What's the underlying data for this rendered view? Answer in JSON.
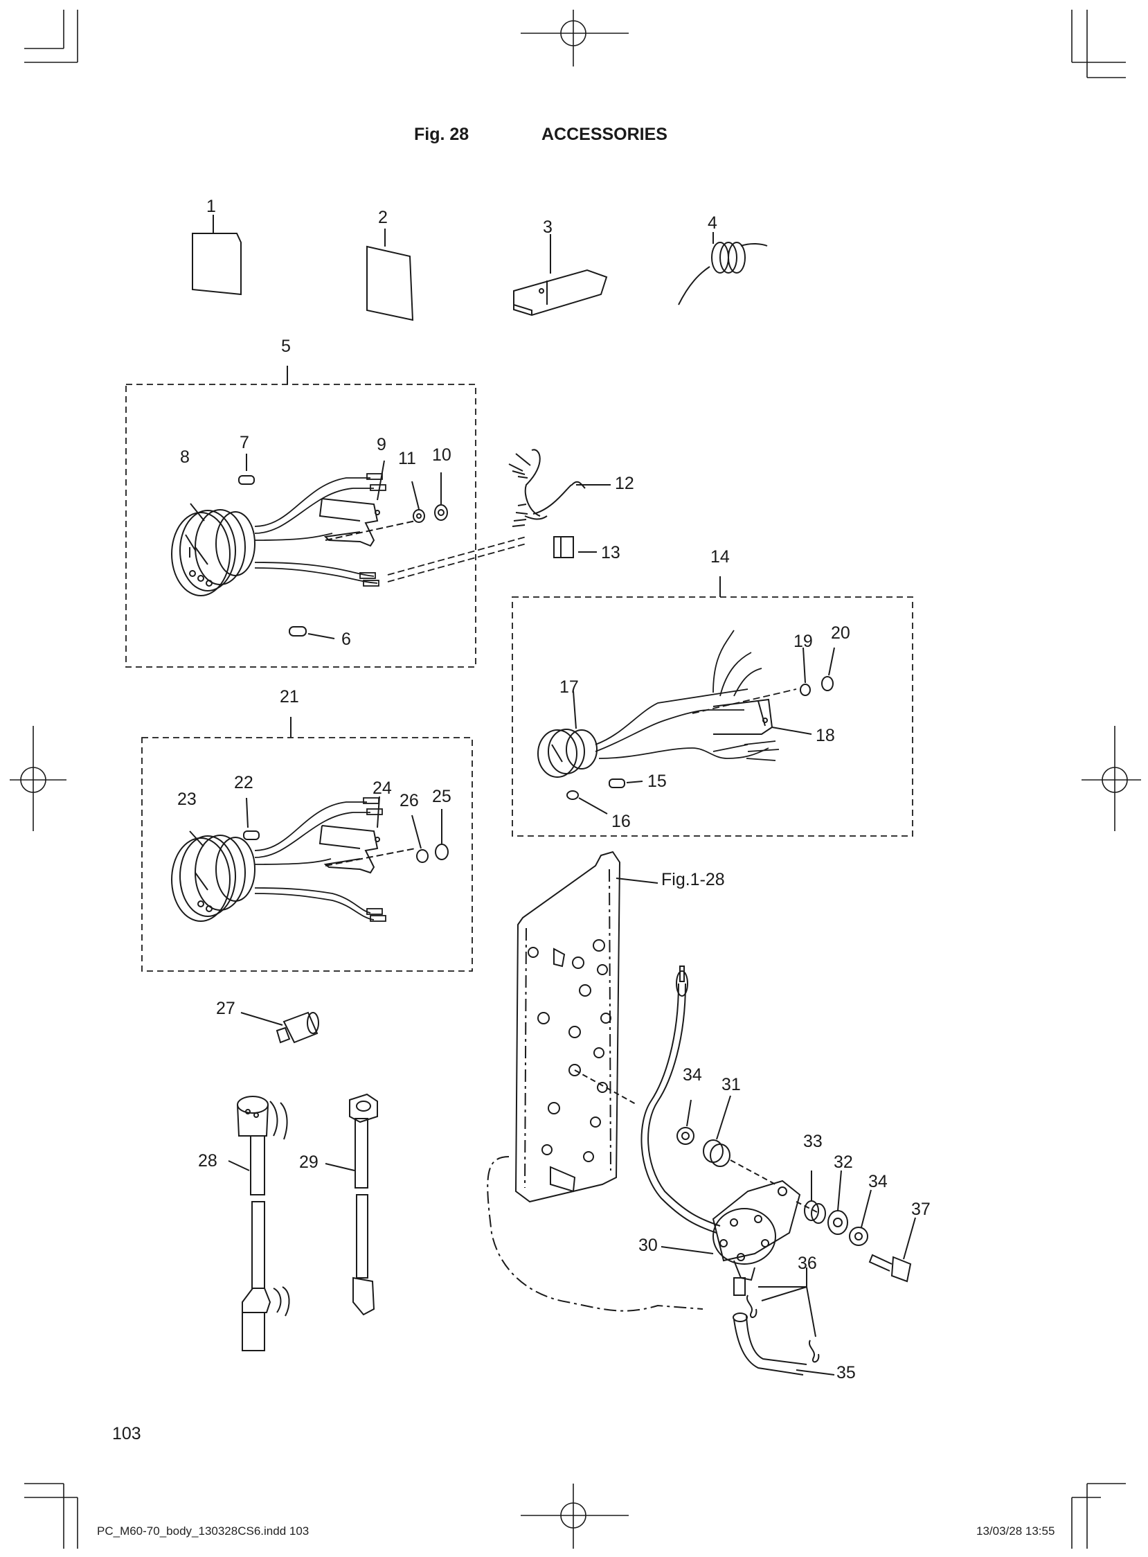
{
  "header": {
    "fig_label": "Fig. 28",
    "title": "ACCESSORIES"
  },
  "parts": [
    {
      "id": "p1",
      "label": "1"
    },
    {
      "id": "p2",
      "label": "2"
    },
    {
      "id": "p3",
      "label": "3"
    },
    {
      "id": "p4",
      "label": "4"
    },
    {
      "id": "p5",
      "label": "5"
    },
    {
      "id": "p6",
      "label": "6"
    },
    {
      "id": "p7",
      "label": "7"
    },
    {
      "id": "p8",
      "label": "8"
    },
    {
      "id": "p9",
      "label": "9"
    },
    {
      "id": "p10",
      "label": "10"
    },
    {
      "id": "p11",
      "label": "11"
    },
    {
      "id": "p12",
      "label": "12"
    },
    {
      "id": "p13",
      "label": "13"
    },
    {
      "id": "p14",
      "label": "14"
    },
    {
      "id": "p15",
      "label": "15"
    },
    {
      "id": "p16",
      "label": "16"
    },
    {
      "id": "p17",
      "label": "17"
    },
    {
      "id": "p18",
      "label": "18"
    },
    {
      "id": "p19",
      "label": "19"
    },
    {
      "id": "p20",
      "label": "20"
    },
    {
      "id": "p21",
      "label": "21"
    },
    {
      "id": "p22",
      "label": "22"
    },
    {
      "id": "p23",
      "label": "23"
    },
    {
      "id": "p24",
      "label": "24"
    },
    {
      "id": "p25",
      "label": "25"
    },
    {
      "id": "p26",
      "label": "26"
    },
    {
      "id": "p27",
      "label": "27"
    },
    {
      "id": "p28",
      "label": "28"
    },
    {
      "id": "p29",
      "label": "29"
    },
    {
      "id": "p30",
      "label": "30"
    },
    {
      "id": "p31",
      "label": "31"
    },
    {
      "id": "p32",
      "label": "32"
    },
    {
      "id": "p33",
      "label": "33"
    },
    {
      "id": "p34a",
      "label": "34"
    },
    {
      "id": "p34b",
      "label": "34"
    },
    {
      "id": "p35",
      "label": "35"
    },
    {
      "id": "p36",
      "label": "36"
    },
    {
      "id": "p37",
      "label": "37"
    },
    {
      "id": "ref",
      "label": "Fig.1-28"
    }
  ],
  "footer": {
    "page_number": "103",
    "file_name": "PC_M60-70_body_130328CS6.indd   103",
    "timestamp": "13/03/28   13:55"
  }
}
